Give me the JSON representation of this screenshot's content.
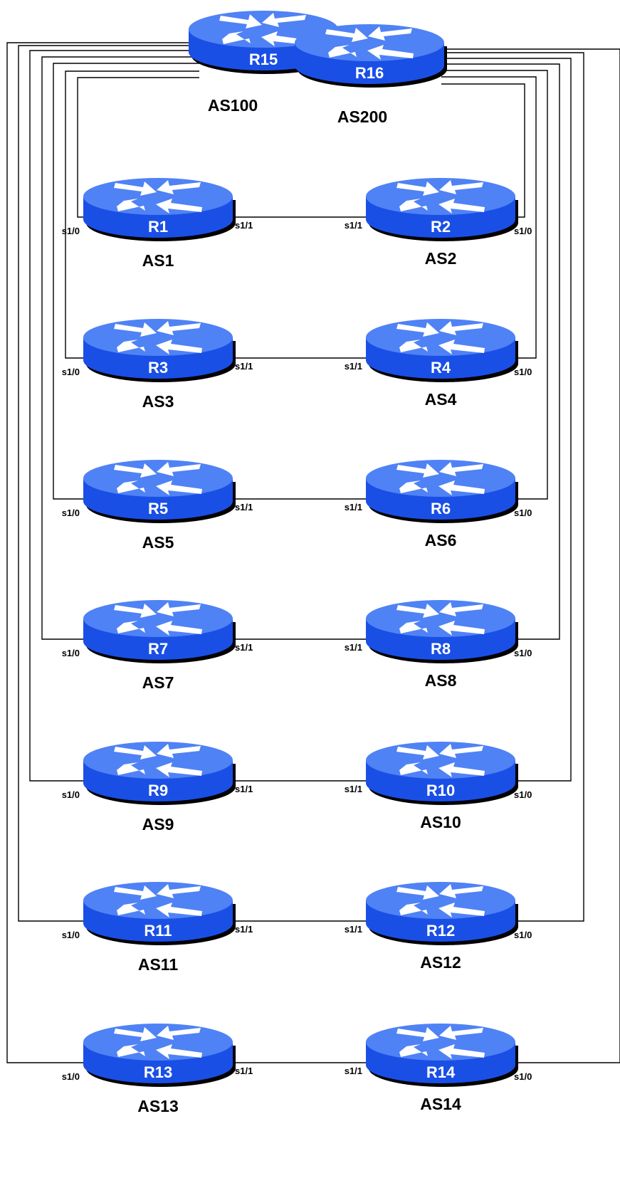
{
  "colors": {
    "router_top": "#4f82f5",
    "router_side": "#1a4fe6",
    "router_shadow": "#000000",
    "arrow": "#ffffff",
    "link": "#000000",
    "text": "#000000",
    "router_label": "#ffffff"
  },
  "icon": "router-icon",
  "upstream": {
    "r15": {
      "name": "R15",
      "as": "AS100"
    },
    "r16": {
      "name": "R16",
      "as": "AS200"
    }
  },
  "routers": [
    {
      "id": "r1",
      "name": "R1",
      "as": "AS1",
      "if_up": "s1/0",
      "if_peer": "s1/1"
    },
    {
      "id": "r2",
      "name": "R2",
      "as": "AS2",
      "if_up": "s1/0",
      "if_peer": "s1/1"
    },
    {
      "id": "r3",
      "name": "R3",
      "as": "AS3",
      "if_up": "s1/0",
      "if_peer": "s1/1"
    },
    {
      "id": "r4",
      "name": "R4",
      "as": "AS4",
      "if_up": "s1/0",
      "if_peer": "s1/1"
    },
    {
      "id": "r5",
      "name": "R5",
      "as": "AS5",
      "if_up": "s1/0",
      "if_peer": "s1/1"
    },
    {
      "id": "r6",
      "name": "R6",
      "as": "AS6",
      "if_up": "s1/0",
      "if_peer": "s1/1"
    },
    {
      "id": "r7",
      "name": "R7",
      "as": "AS7",
      "if_up": "s1/0",
      "if_peer": "s1/1"
    },
    {
      "id": "r8",
      "name": "R8",
      "as": "AS8",
      "if_up": "s1/0",
      "if_peer": "s1/1"
    },
    {
      "id": "r9",
      "name": "R9",
      "as": "AS9",
      "if_up": "s1/0",
      "if_peer": "s1/1"
    },
    {
      "id": "r10",
      "name": "R10",
      "as": "AS10",
      "if_up": "s1/0",
      "if_peer": "s1/1"
    },
    {
      "id": "r11",
      "name": "R11",
      "as": "AS11",
      "if_up": "s1/0",
      "if_peer": "s1/1"
    },
    {
      "id": "r12",
      "name": "R12",
      "as": "AS12",
      "if_up": "s1/0",
      "if_peer": "s1/1"
    },
    {
      "id": "r13",
      "name": "R13",
      "as": "AS13",
      "if_up": "s1/0",
      "if_peer": "s1/1"
    },
    {
      "id": "r14",
      "name": "R14",
      "as": "AS14",
      "if_up": "s1/0",
      "if_peer": "s1/1"
    }
  ]
}
